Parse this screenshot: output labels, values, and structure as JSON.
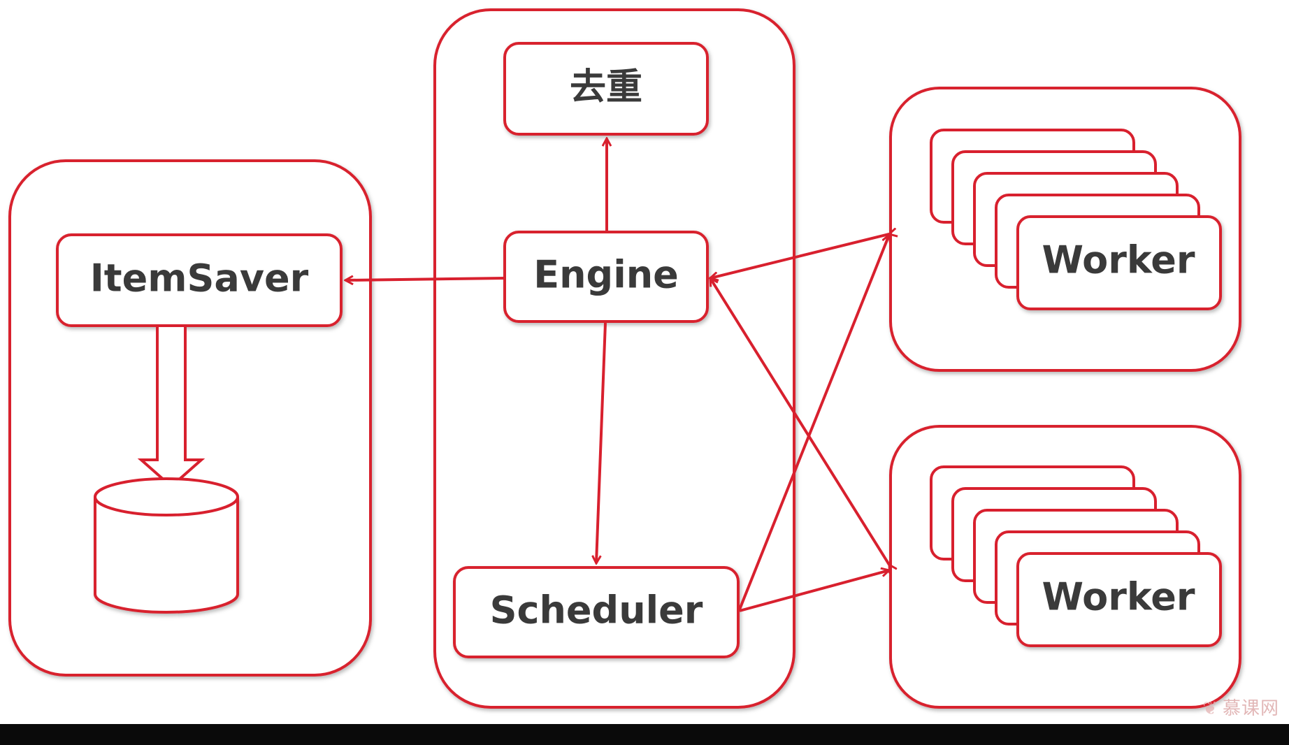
{
  "nodes": {
    "dedup": "去重",
    "engine": "Engine",
    "scheduler": "Scheduler",
    "itemsaver": "ItemSaver",
    "worker_top": "Worker",
    "worker_bottom": "Worker"
  },
  "watermark": "慕课网",
  "colors": {
    "stroke": "#d8202e",
    "text": "#3a3a3a"
  }
}
